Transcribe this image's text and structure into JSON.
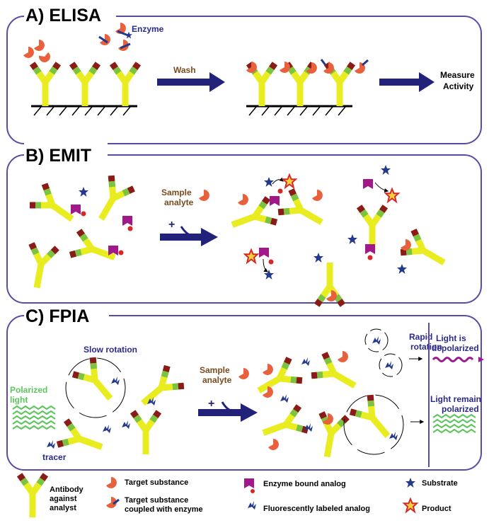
{
  "colors": {
    "panel_border": "#5b4aa6",
    "antibody_arm": "#e9ec1f",
    "antibody_green": "#7cc243",
    "antibody_red": "#8b1a1a",
    "target_orange": "#e8603c",
    "enzyme_navy": "#233a8c",
    "arrow_navy": "#22227a",
    "magenta": "#a0188a",
    "wave_green": "#5cc55c",
    "wave_purple": "#9b1b8e",
    "text_brown": "#7a4a1e",
    "text_navy": "#2a2a8a",
    "product_red": "#d62828",
    "product_yellow": "#f4d03f"
  },
  "panels": {
    "a": {
      "title": "A) ELISA",
      "enzyme_label": "Enzyme",
      "wash_label": "Wash",
      "measure_label_1": "Measure",
      "measure_label_2": "Activity"
    },
    "b": {
      "title": "B) EMIT",
      "sample_label_1": "Sample",
      "sample_label_2": "analyte",
      "plus": "+"
    },
    "c": {
      "title": "C) FPIA",
      "slow_rotation": "Slow rotation",
      "polarized_1": "Polarized",
      "polarized_2": "light",
      "tracer": "tracer",
      "sample_label_1": "Sample",
      "sample_label_2": "analyte",
      "plus": "+",
      "rapid_1": "Rapid",
      "rapid_2": "rotation",
      "depol_1": "Light is",
      "depol_2": "depolarized",
      "remain_1": "Light remain",
      "remain_2": "polarized"
    }
  },
  "legend": {
    "antibody_1": "Antibody",
    "antibody_2": "against",
    "antibody_3": "analyst",
    "target": "Target substance",
    "coupled_1": "Target substance",
    "coupled_2": "coupled with enzyme",
    "enzyme_bound": "Enzyme bound analog",
    "fluor": "Fluorescently labeled analog",
    "substrate": "Substrate",
    "product": "Product"
  }
}
